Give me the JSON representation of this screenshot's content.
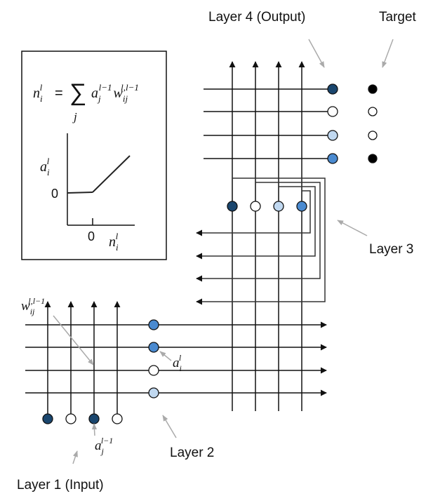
{
  "labels": {
    "layer1": "Layer 1 (Input)",
    "layer2": "Layer 2",
    "layer3": "Layer 3",
    "layer4": "Layer 4 (Output)",
    "target": "Target"
  },
  "formula": {
    "lhs_base": "n",
    "lhs_sub": "i",
    "lhs_sup": "l",
    "equals": "=",
    "sum": "∑",
    "sum_index": "j",
    "a_base": "a",
    "a_sub": "j",
    "a_sup": "l−1",
    "w_base": "w",
    "w_sub": "ij",
    "w_sup": "l,l−1"
  },
  "activation_plot": {
    "y_label_base": "a",
    "y_label_sub": "i",
    "y_label_sup": "l",
    "y_tick": "0",
    "x_tick": "0",
    "x_label_base": "n",
    "x_label_sub": "i",
    "x_label_sup": "l"
  },
  "annotations": {
    "weight_base": "w",
    "weight_sub": "ij",
    "weight_sup": "l,l−1",
    "act_l_base": "a",
    "act_l_sub": "i",
    "act_l_sup": "l",
    "act_lm1_base": "a",
    "act_lm1_sub": "j",
    "act_lm1_sup": "l−1"
  },
  "colors": {
    "dark": "#1a466e",
    "mid": "#4a8ad0",
    "light": "#c0d8f0",
    "white": "#ffffff",
    "black": "#000000",
    "arrow": "#aaaaaa"
  },
  "units": {
    "layer1": [
      "dark",
      "white",
      "dark",
      "white"
    ],
    "layer2": [
      "mid",
      "mid",
      "white",
      "light"
    ],
    "layer3": [
      "dark",
      "white",
      "light",
      "mid"
    ],
    "layer4": [
      "dark",
      "white",
      "light",
      "mid"
    ],
    "target": [
      "black",
      "white",
      "white",
      "black"
    ]
  }
}
